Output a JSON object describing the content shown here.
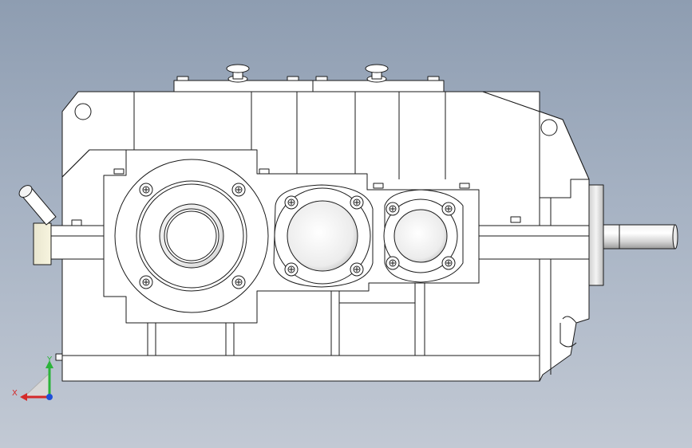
{
  "viewport": {
    "background_top": "#8e9db1",
    "background_bottom": "#c2c9d4",
    "model": "gearbox-assembly",
    "view_orientation": "front"
  },
  "triad": {
    "x_label": "X",
    "y_label": "Y",
    "x_color": "#d42a2a",
    "y_color": "#2bb33a",
    "z_color": "#1e4fd8"
  }
}
